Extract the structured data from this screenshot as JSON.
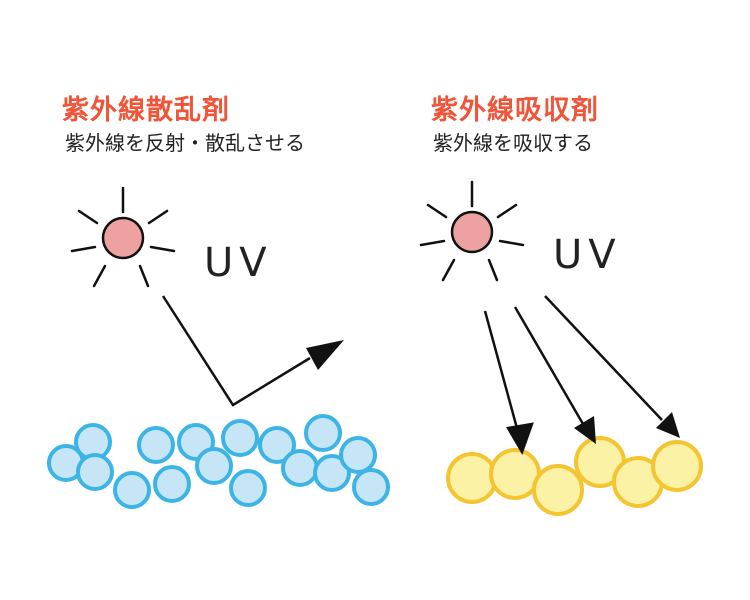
{
  "scattering": {
    "title": "紫外線散乱剤",
    "subtitle": "紫外線を反射・散乱させる",
    "uv_label": "UV"
  },
  "absorbing": {
    "title": "紫外線吸収剤",
    "subtitle": "紫外線を吸収する",
    "uv_label": "UV"
  },
  "colors": {
    "title": "#f0553a",
    "sun_fill": "#eda1a1",
    "scatter_particle_fill": "#c6e6f7",
    "scatter_particle_stroke": "#3cb4e6",
    "absorb_particle_fill": "#fbf2a6",
    "absorb_particle_stroke": "#f4c530"
  },
  "icons": [
    "sun-icon",
    "uv-ray-arrow",
    "particle"
  ]
}
